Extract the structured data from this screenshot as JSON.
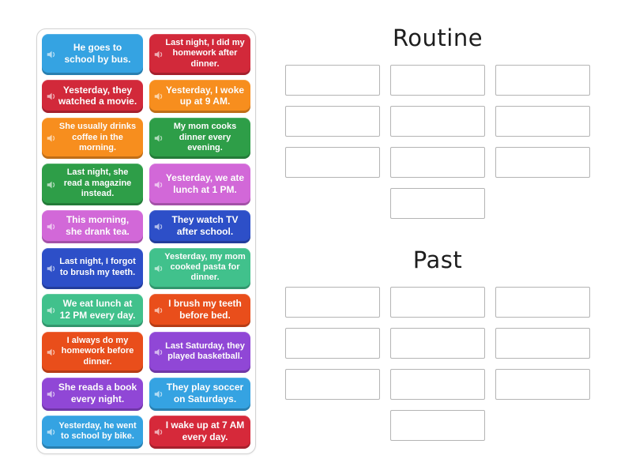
{
  "panel": {
    "name": "tile-tray"
  },
  "tiles": [
    {
      "text": "He goes to school by bus.",
      "color": "#35a3e2"
    },
    {
      "text": "Last night, I did my homework after dinner.",
      "color": "#d2293a"
    },
    {
      "text": "Yesterday, they watched a movie.",
      "color": "#d2293a"
    },
    {
      "text": "Yesterday, I woke up at 9 AM.",
      "color": "#f78e1e"
    },
    {
      "text": "She usually drinks coffee in the morning.",
      "color": "#f78e1e"
    },
    {
      "text": "My mom cooks dinner every evening.",
      "color": "#2e9e48"
    },
    {
      "text": "Last night, she read a magazine instead.",
      "color": "#2e9e48"
    },
    {
      "text": "Yesterday, we ate lunch at 1 PM.",
      "color": "#d268d8"
    },
    {
      "text": "This morning, she drank tea.",
      "color": "#d268d8"
    },
    {
      "text": "They watch TV after school.",
      "color": "#2d4fc8"
    },
    {
      "text": "Last night, I forgot to brush my teeth.",
      "color": "#2d4fc8"
    },
    {
      "text": "Yesterday, my mom cooked pasta for dinner.",
      "color": "#41c18c"
    },
    {
      "text": "We eat lunch at 12 PM every day.",
      "color": "#41c18c"
    },
    {
      "text": "I brush my teeth before bed.",
      "color": "#e94e1b"
    },
    {
      "text": "I always do my homework before dinner.",
      "color": "#e94e1b"
    },
    {
      "text": "Last Saturday, they played basketball.",
      "color": "#9047d6"
    },
    {
      "text": "She reads a book every night.",
      "color": "#9047d6"
    },
    {
      "text": "They play soccer on Saturdays.",
      "color": "#35a3e2"
    },
    {
      "text": "Yesterday, he went to school by bike.",
      "color": "#35a3e2"
    },
    {
      "text": "I wake up at 7 AM every day.",
      "color": "#d6293a"
    }
  ],
  "groups": [
    {
      "title": "Routine",
      "slot_count": 10
    },
    {
      "title": "Past",
      "slot_count": 10
    }
  ],
  "slot_style": {
    "border_color": "#b4b4b4"
  },
  "icons": {
    "tile_icon": "speaker-icon"
  }
}
